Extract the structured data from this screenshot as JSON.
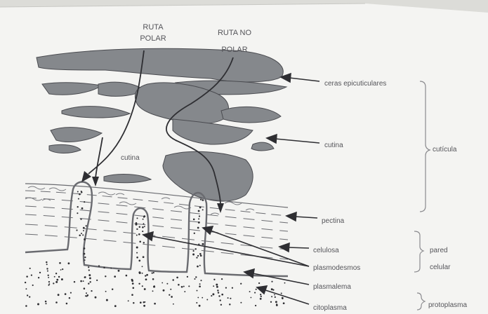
{
  "diagram": {
    "routes": {
      "polar_line1": "RUTA",
      "polar_line2": "POLAR",
      "nonpolar_line1": "RUTA NO",
      "nonpolar_line2": "POLAR"
    },
    "inner_label": "cutina",
    "labels": {
      "ceras": "ceras epicuticulares",
      "cutina": "cutina",
      "pectina": "pectina",
      "celulosa": "celulosa",
      "plasmodesmos": "plasmodesmos",
      "plasmalema": "plasmalema",
      "citoplasma": "citoplasma"
    },
    "groups": {
      "cuticula": "cutícula",
      "pared_1": "pared",
      "pared_2": "celular",
      "protoplasma": "protoplasma"
    },
    "colors": {
      "wax": "#85888c",
      "ink": "#2e2e32",
      "paper": "#f4f4f2",
      "text": "#55555a"
    }
  }
}
